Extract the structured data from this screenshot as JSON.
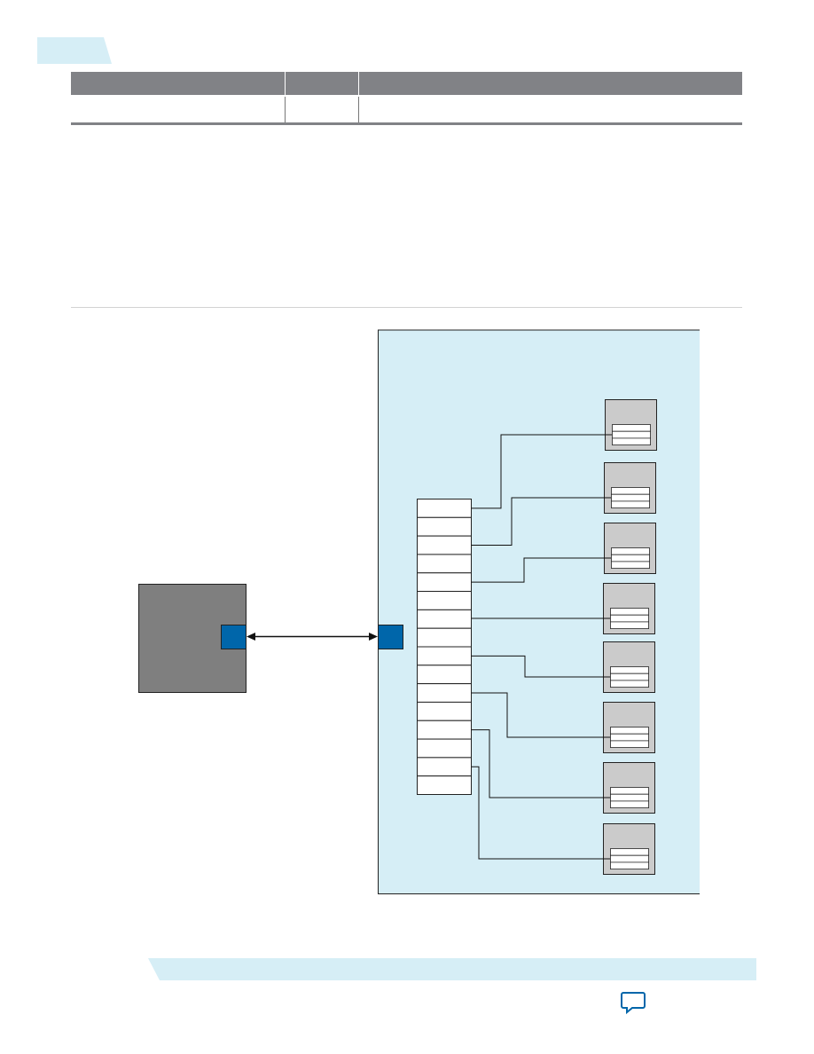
{
  "colors": {
    "tab": "#d6eef6",
    "table_header": "#818286",
    "table_border": "#818286",
    "rule": "#d3d3d3",
    "panel": "#d6eef6",
    "host_block": "#7f7f7f",
    "port": "#0066aa",
    "module": "#cbcbcb",
    "register": "#ffffff",
    "line": "#111111",
    "footer_band": "#d6eef6",
    "feedback_icon": "#0066aa"
  },
  "diagram": {
    "register_rows": 16,
    "modules": 8,
    "connections": [
      {
        "from_row": 0,
        "to_module": 0
      },
      {
        "from_row": 2,
        "to_module": 1
      },
      {
        "from_row": 4,
        "to_module": 2
      },
      {
        "from_row": 6,
        "to_module": 3
      },
      {
        "from_row": 8,
        "to_module": 4
      },
      {
        "from_row": 10,
        "to_module": 5
      },
      {
        "from_row": 12,
        "to_module": 6
      },
      {
        "from_row": 14,
        "to_module": 7
      }
    ],
    "link": "bidirectional"
  },
  "icons": {
    "feedback": "speech-bubble-icon"
  }
}
